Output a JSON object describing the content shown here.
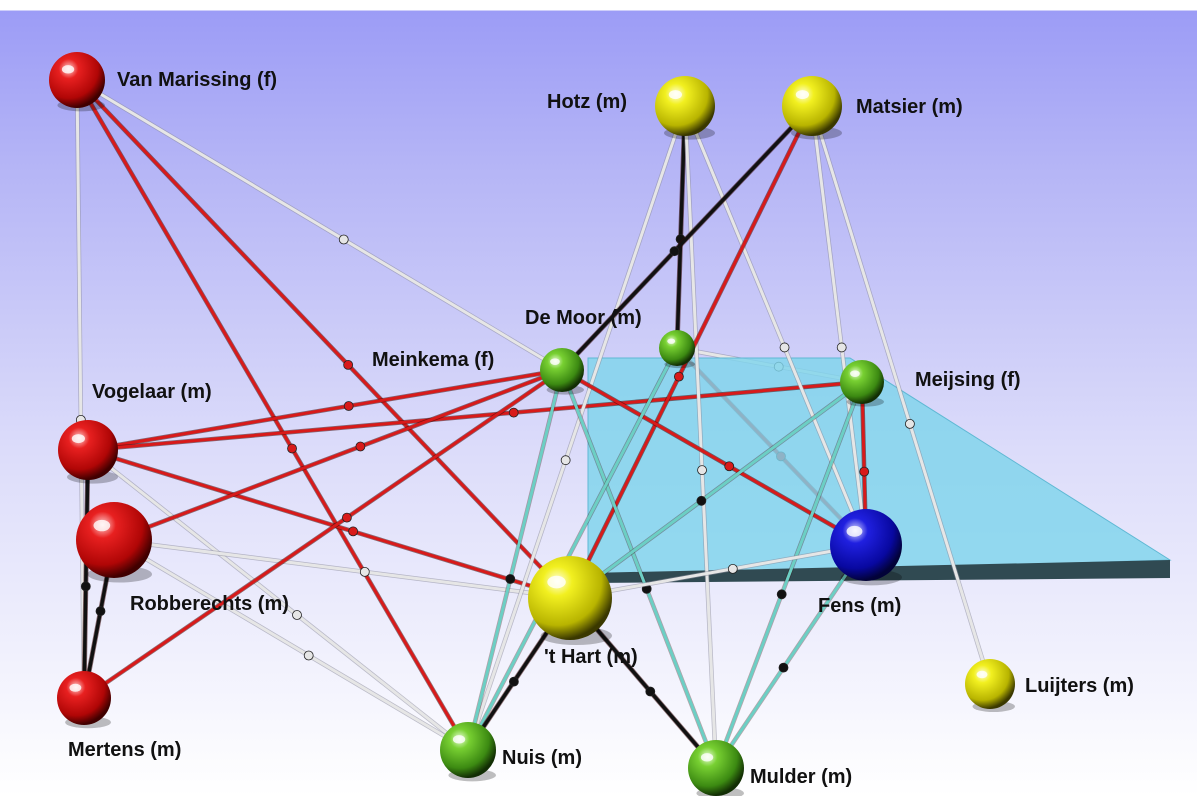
{
  "colors": {
    "red": "#e01818",
    "yellow": "#f0ee10",
    "green": "#6cc82a",
    "blue": "#1414d8",
    "plane": "#7fd4ec"
  },
  "nodes": [
    {
      "id": "vanmarissing",
      "label": "Van Marissing (f)",
      "color": "red"
    },
    {
      "id": "vogelaar",
      "label": "Vogelaar (m)",
      "color": "red"
    },
    {
      "id": "robberechts",
      "label": "Robberechts (m)",
      "color": "red"
    },
    {
      "id": "mertens",
      "label": "Mertens (m)",
      "color": "red"
    },
    {
      "id": "hotz",
      "label": "Hotz (m)",
      "color": "yellow"
    },
    {
      "id": "matsier",
      "label": "Matsier (m)",
      "color": "yellow"
    },
    {
      "id": "demoor",
      "label": "De Moor (m)",
      "color": "green"
    },
    {
      "id": "meinkema",
      "label": "Meinkema (f)",
      "color": "green"
    },
    {
      "id": "meijsing",
      "label": "Meijsing (f)",
      "color": "green"
    },
    {
      "id": "fens",
      "label": "Fens (m)",
      "color": "blue"
    },
    {
      "id": "thart",
      "label": "'t Hart (m)",
      "color": "yellow"
    },
    {
      "id": "nuis",
      "label": "Nuis (m)",
      "color": "green"
    },
    {
      "id": "mulder",
      "label": "Mulder (m)",
      "color": "green"
    },
    {
      "id": "luijters",
      "label": "Luijters (m)",
      "color": "yellow"
    }
  ],
  "edges": [
    {
      "from": "vanmarissing",
      "to": "thart",
      "color": "red"
    },
    {
      "from": "vanmarissing",
      "to": "nuis",
      "color": "red"
    },
    {
      "from": "vanmarissing",
      "to": "meinkema",
      "color": "white"
    },
    {
      "from": "vanmarissing",
      "to": "mertens",
      "color": "white"
    },
    {
      "from": "vogelaar",
      "to": "meinkema",
      "color": "red"
    },
    {
      "from": "vogelaar",
      "to": "meijsing",
      "color": "red"
    },
    {
      "from": "vogelaar",
      "to": "thart",
      "color": "red"
    },
    {
      "from": "vogelaar",
      "to": "nuis",
      "color": "white"
    },
    {
      "from": "vogelaar",
      "to": "mertens",
      "color": "black"
    },
    {
      "from": "robberechts",
      "to": "meinkema",
      "color": "red"
    },
    {
      "from": "robberechts",
      "to": "thart",
      "color": "white"
    },
    {
      "from": "robberechts",
      "to": "nuis",
      "color": "white"
    },
    {
      "from": "mertens",
      "to": "meinkema",
      "color": "red"
    },
    {
      "from": "mertens",
      "to": "robberechts",
      "color": "black"
    },
    {
      "from": "hotz",
      "to": "demoor",
      "color": "black"
    },
    {
      "from": "hotz",
      "to": "fens",
      "color": "white"
    },
    {
      "from": "hotz",
      "to": "nuis",
      "color": "white"
    },
    {
      "from": "hotz",
      "to": "mulder",
      "color": "white"
    },
    {
      "from": "matsier",
      "to": "thart",
      "color": "red"
    },
    {
      "from": "matsier",
      "to": "meinkema",
      "color": "black"
    },
    {
      "from": "matsier",
      "to": "fens",
      "color": "white"
    },
    {
      "from": "matsier",
      "to": "luijters",
      "color": "white"
    },
    {
      "from": "meinkema",
      "to": "fens",
      "color": "red"
    },
    {
      "from": "meinkema",
      "to": "nuis",
      "color": "teal"
    },
    {
      "from": "meinkema",
      "to": "mulder",
      "color": "teal"
    },
    {
      "from": "demoor",
      "to": "fens",
      "color": "red"
    },
    {
      "from": "demoor",
      "to": "nuis",
      "color": "teal"
    },
    {
      "from": "demoor",
      "to": "meijsing",
      "color": "white"
    },
    {
      "from": "meijsing",
      "to": "fens",
      "color": "red"
    },
    {
      "from": "meijsing",
      "to": "thart",
      "color": "teal"
    },
    {
      "from": "meijsing",
      "to": "mulder",
      "color": "teal"
    },
    {
      "from": "thart",
      "to": "fens",
      "color": "white"
    },
    {
      "from": "thart",
      "to": "nuis",
      "color": "black"
    },
    {
      "from": "thart",
      "to": "mulder",
      "color": "black"
    },
    {
      "from": "fens",
      "to": "mulder",
      "color": "teal"
    }
  ]
}
